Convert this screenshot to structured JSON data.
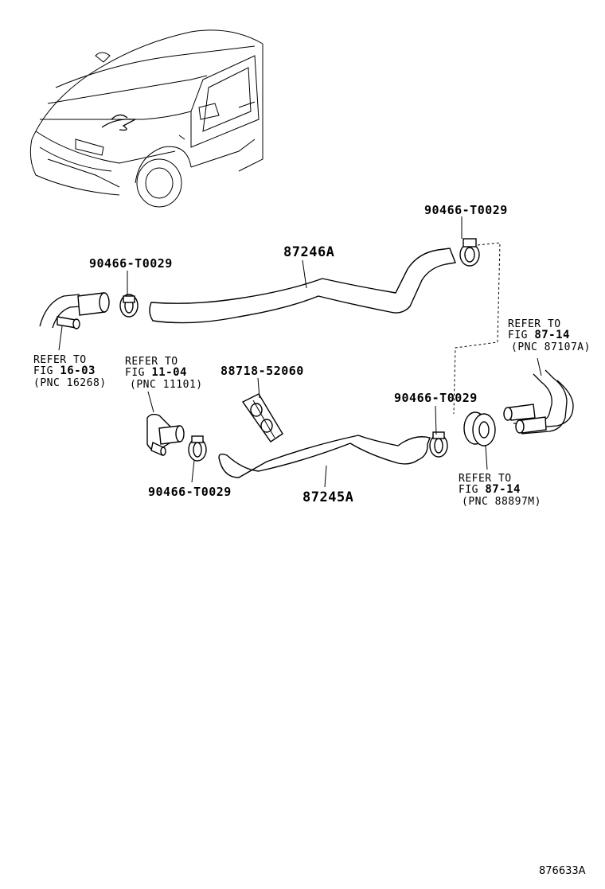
{
  "illustration_code": "876633A",
  "callouts": {
    "hose_upper": "87246A",
    "hose_lower": "87245A",
    "clamp_upper_left": "90466-T0029",
    "clamp_upper_right": "90466-T0029",
    "clamp_lower_left": "90466-T0029",
    "clamp_lower_right": "90466-T0029",
    "bracket": "88718-52060"
  },
  "references": {
    "ref_16_03": {
      "line1": "REFER TO",
      "line2a": "FIG ",
      "line2b": "16-03",
      "line3": "(PNC 16268)"
    },
    "ref_11_04": {
      "line1": "REFER TO",
      "line2a": "FIG ",
      "line2b": "11-04",
      "line3": "(PNC 11101)"
    },
    "ref_87_14_top": {
      "line1": "REFER TO",
      "line2a": "FIG ",
      "line2b": "87-14",
      "line3": "(PNC 87107A)"
    },
    "ref_87_14_bottom": {
      "line1": "REFER TO",
      "line2a": "FIG ",
      "line2b": "87-14",
      "line3": "(PNC 88897M)"
    }
  }
}
